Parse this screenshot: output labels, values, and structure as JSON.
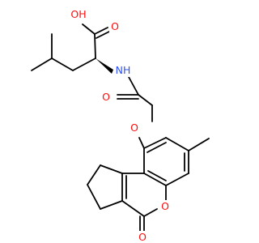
{
  "molecule": {
    "atoms": {
      "oh": {
        "text": "OH",
        "color": "#ff0d0d"
      },
      "o_acid": {
        "text": "O",
        "color": "#ff0d0d"
      },
      "nh": {
        "text": "NH",
        "color": "#3050f8"
      },
      "o_amide": {
        "text": "O",
        "color": "#ff0d0d"
      },
      "o_ether": {
        "text": "O",
        "color": "#ff0d0d"
      },
      "o_ring": {
        "text": "O",
        "color": "#ff0d0d"
      },
      "o_ketone": {
        "text": "O",
        "color": "#ff0d0d"
      }
    },
    "bond_color": "#000000",
    "background": "#ffffff"
  }
}
